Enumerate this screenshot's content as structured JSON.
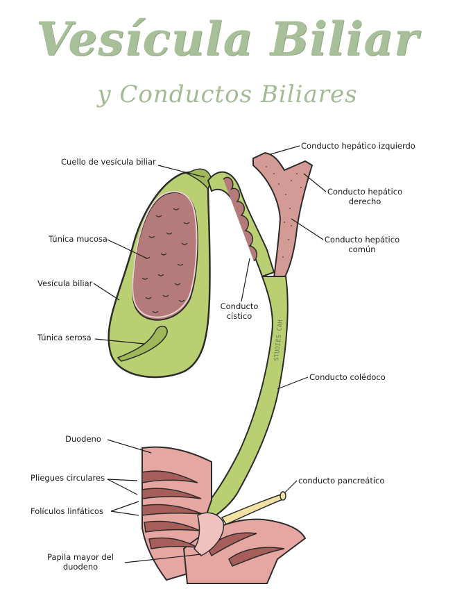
{
  "title": "Vesícula Biliar",
  "subtitle": "y Conductos Biliares",
  "watermark": "STUDIES CAH",
  "labels": {
    "cuello": "Cuello de vesícula biliar",
    "tunica_mucosa": "Túnica mucosa",
    "vesicula": "Vesícula biliar",
    "tunica_serosa": "Túnica serosa",
    "cistico_1": "Conducto",
    "cistico_2": "cístico",
    "hep_izq": "Conducto hepático izquierdo",
    "hep_der_1": "Conducto hepático",
    "hep_der_2": "derecho",
    "hep_com_1": "Conducto hepático",
    "hep_com_2": "común",
    "coledoco": "Conducto colédoco",
    "duodeno": "Duodeno",
    "pliegues": "Pliegues circulares",
    "foliculos": "Folículos linfáticos",
    "pancreatico": "conducto pancreático",
    "papila_1": "Papila mayor del",
    "papila_2": "duodeno"
  },
  "colors": {
    "title": "#a8c09a",
    "green": "#b9cf72",
    "green_dark": "#9fb85a",
    "mucosa": "#b57a7a",
    "duodeno": "#e6a7a3",
    "duodeno_dark": "#a65e5a",
    "pancreatic": "#efe2a2"
  }
}
